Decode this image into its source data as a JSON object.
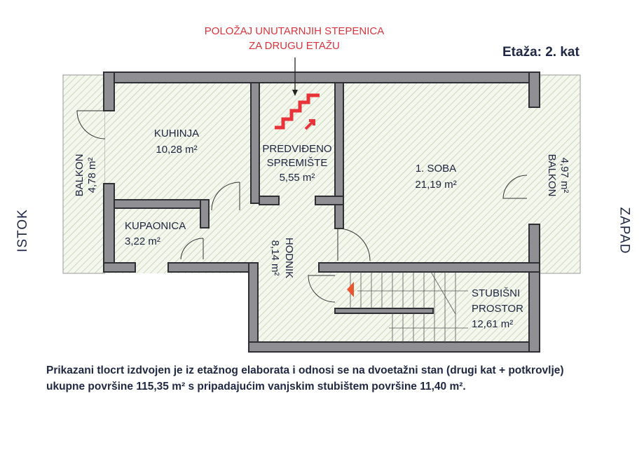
{
  "title": "Etaža: 2. kat",
  "annotation": [
    "POLOŽAJ UNUTARNJIH STEPENICA",
    "ZA DRUGU ETAŽU"
  ],
  "orientation": {
    "west_side": "ISTOK",
    "east_side": "ZAPAD"
  },
  "rooms": {
    "kuhinja": {
      "name": "KUHINJA",
      "area": "10,28 m²"
    },
    "spremiste": {
      "name1": "PREDVIĐENO",
      "name2": "SPREMIŠTE",
      "area": "5,55 m²"
    },
    "soba": {
      "name": "1.  SOBA",
      "area": "21,19 m²"
    },
    "kupaonica": {
      "name": "KUPAONICA",
      "area": "3,22 m²"
    },
    "hodnik": {
      "name": "HODNIK",
      "area": "8,14 m²"
    },
    "stubisni": {
      "name1": "STUBIŠNI",
      "name2": "PROSTOR",
      "area": "12,61 m²"
    },
    "balkon_left": {
      "name": "BALKON",
      "area": "4,78 m²"
    },
    "balkon_right": {
      "name": "BALKON",
      "area": "4,97 m²"
    }
  },
  "description": "Prikazani tlocrt izdvojen je iz etažnog elaborata i odnosi se na dvoetažni stan (drugi kat + potkrovlje) ukupne površine 115,35 m² s pripadajućim vanjskim stubištem površine 11,40 m².",
  "colors": {
    "wall": "#8f8f94",
    "accent": "#d9333b",
    "text": "#1f2744",
    "hatch": "#c9d6b4"
  }
}
